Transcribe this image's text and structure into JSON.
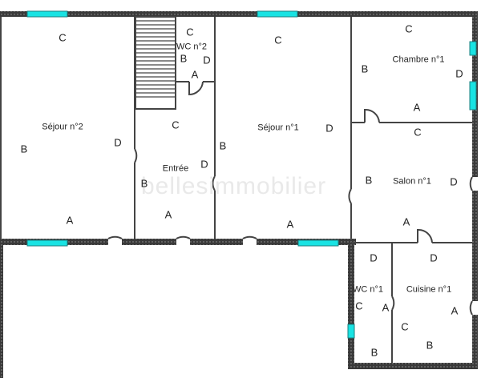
{
  "rooms": {
    "sejour2": {
      "name": "Séjour n°2",
      "walls": {
        "top": "C",
        "left": "B",
        "right": "D",
        "bottom": "A"
      }
    },
    "wc2": {
      "name": "WC n°2",
      "walls": {
        "top": "C",
        "left": "B",
        "right": "D",
        "bottom": "A"
      }
    },
    "entree": {
      "name": "Entrée",
      "walls": {
        "top": "C",
        "left": "B",
        "right": "D",
        "bottom": "A"
      }
    },
    "sejour1": {
      "name": "Séjour n°1",
      "walls": {
        "top": "C",
        "left": "B",
        "right": "D",
        "bottom": "A"
      }
    },
    "chambre1": {
      "name": "Chambre n°1",
      "walls": {
        "top": "C",
        "left": "B",
        "right": "D",
        "bottom": "A"
      }
    },
    "salon1": {
      "name": "Salon n°1",
      "walls": {
        "top": "C",
        "left": "B",
        "right": "D",
        "bottom": "A"
      }
    },
    "wc1": {
      "name": "WC n°1",
      "walls": {
        "top": "D",
        "left": "C",
        "right": "A",
        "bottom": "B"
      }
    },
    "cuisine1": {
      "name": "Cuisine n°1",
      "walls": {
        "top": "D",
        "left": "C",
        "right": "A",
        "bottom": "B"
      }
    }
  },
  "watermark": "bellesimmobilier",
  "colors": {
    "wall": "#3a3a3a",
    "window": "#19e3e3",
    "partition": "#444444"
  }
}
